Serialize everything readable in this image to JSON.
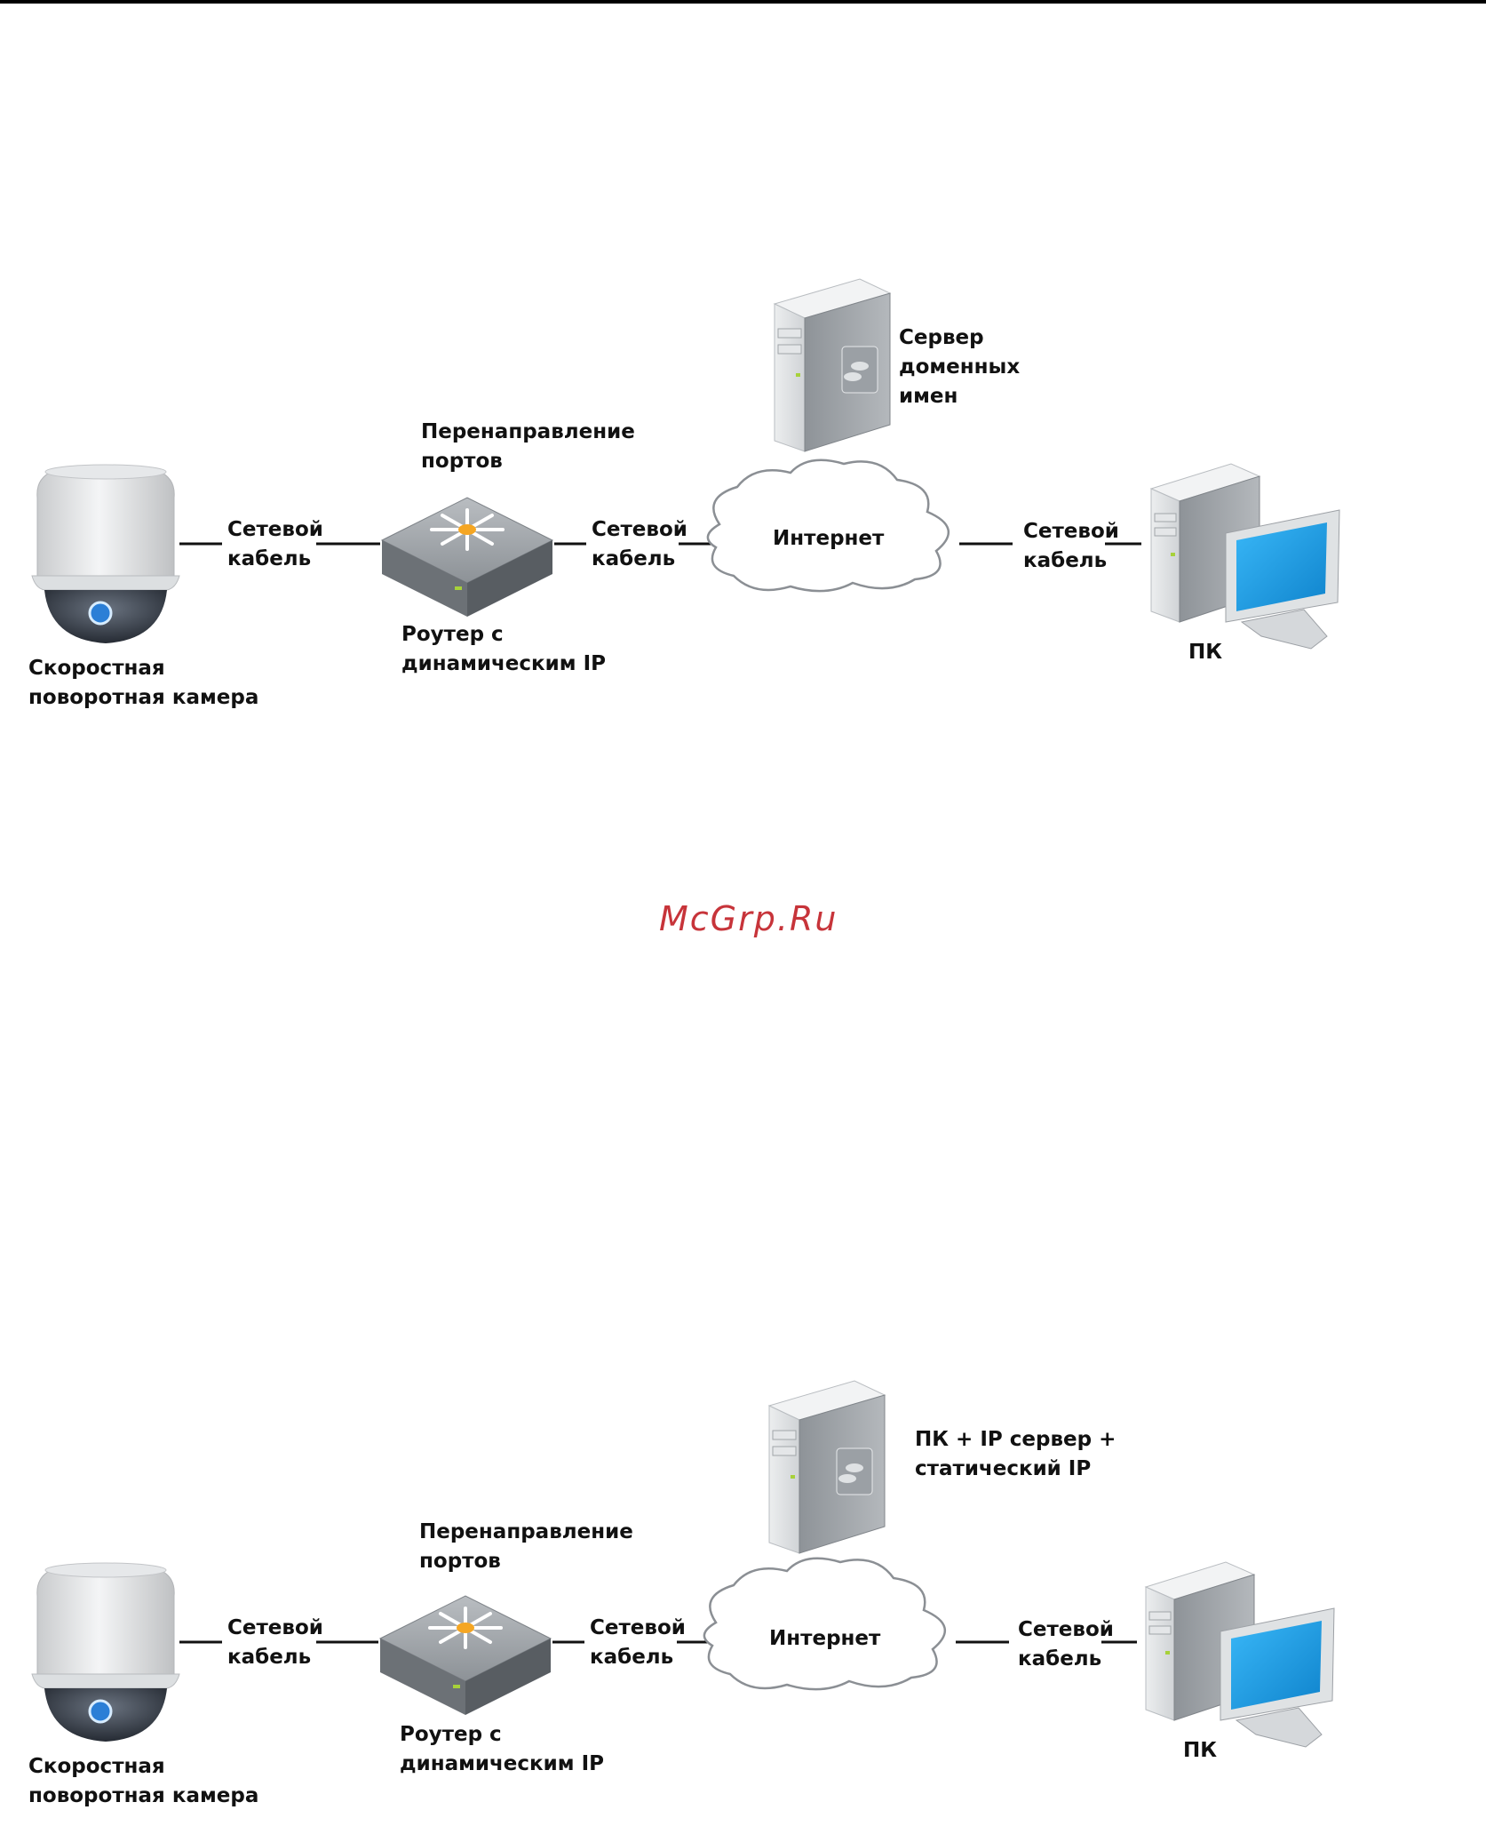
{
  "watermark": "McGrp.Ru",
  "diagrams": [
    {
      "camera_label": [
        "Скоростная",
        "поворотная камера"
      ],
      "cable_label_1": [
        "Сетевой",
        "кабель"
      ],
      "router_top_label": [
        "Перенаправление",
        "портов"
      ],
      "router_bottom_label": [
        "Роутер с",
        "динамическим IP"
      ],
      "cable_label_2": [
        "Сетевой",
        "кабель"
      ],
      "server_label": [
        "Сервер",
        "доменных",
        "имен"
      ],
      "internet_label": "Интернет",
      "cable_label_3": [
        "Сетевой",
        "кабель"
      ],
      "pc_label": "ПК"
    },
    {
      "camera_label": [
        "Скоростная",
        "поворотная камера"
      ],
      "cable_label_1": [
        "Сетевой",
        "кабель"
      ],
      "router_top_label": [
        "Перенаправление",
        "портов"
      ],
      "router_bottom_label": [
        "Роутер с",
        "динамическим IP"
      ],
      "cable_label_2": [
        "Сетевой",
        "кабель"
      ],
      "server_label": [
        "ПК + IP сервер +",
        "статический IP"
      ],
      "internet_label": "Интернет",
      "cable_label_3": [
        "Сетевой",
        "кабель"
      ],
      "pc_label": "ПК"
    }
  ],
  "colors": {
    "watermark": "#c7343a",
    "screen": "#1fa0e8",
    "router_dot": "#f5a623",
    "line": "#111111"
  }
}
